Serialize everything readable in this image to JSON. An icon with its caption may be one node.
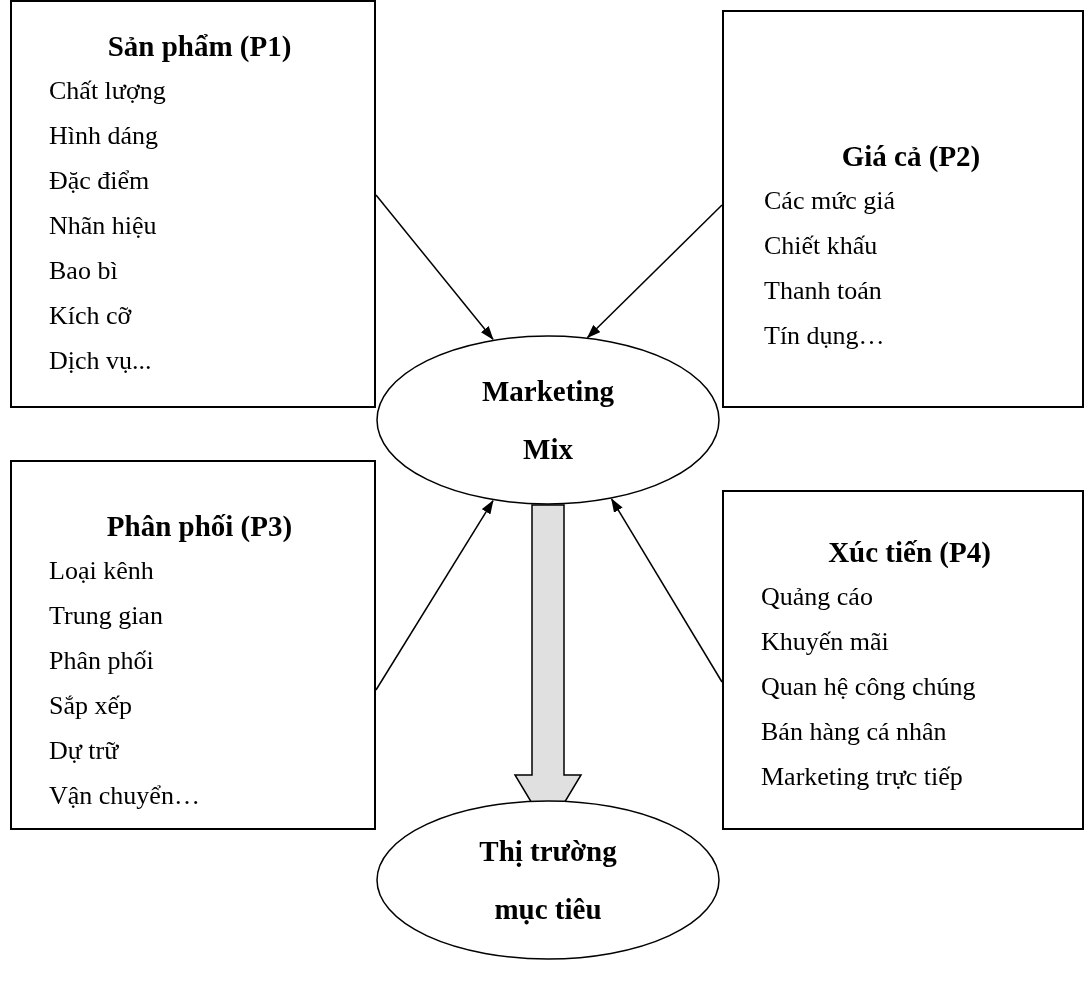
{
  "diagram": {
    "nodes": [
      {
        "text": [
          "Sản phẩm (P1)",
          "Chất lượng",
          "Hình dáng",
          "Đặc điểm",
          "Nhãn hiệu",
          "Bao bì",
          "Kích cỡ",
          "Dịch vụ..."
        ]
      },
      {
        "text": [
          "Giá cả (P2)",
          "Các mức giá",
          "Chiết khấu",
          "Thanh toán",
          "Tín dụng…"
        ]
      },
      {
        "text": [
          "Marketing Mix"
        ]
      },
      {
        "text": [
          "Phân phối (P3)",
          "Loại kênh",
          "Trung gian",
          "Phân phối",
          "Sắp xếp",
          "Dự trữ",
          "Vận chuyển…"
        ]
      },
      {
        "text": [
          "Xúc tiến (P4)",
          "Quảng cáo",
          "Khuyến mãi",
          "Quan hệ công chúng",
          "Bán hàng cá nhân",
          "Marketing trực tiếp"
        ]
      },
      {
        "text": [
          "Thị trường mục tiêu"
        ]
      }
    ],
    "edges": [
      {
        "from": 0,
        "to": 2,
        "arrow": "to"
      },
      {
        "from": 1,
        "to": 2,
        "arrow": "to"
      },
      {
        "from": 3,
        "to": 2,
        "arrow": "to"
      },
      {
        "from": 4,
        "to": 2,
        "arrow": "to"
      },
      {
        "from": 2,
        "to": 5,
        "arrow": "to",
        "style": "thick"
      }
    ]
  }
}
